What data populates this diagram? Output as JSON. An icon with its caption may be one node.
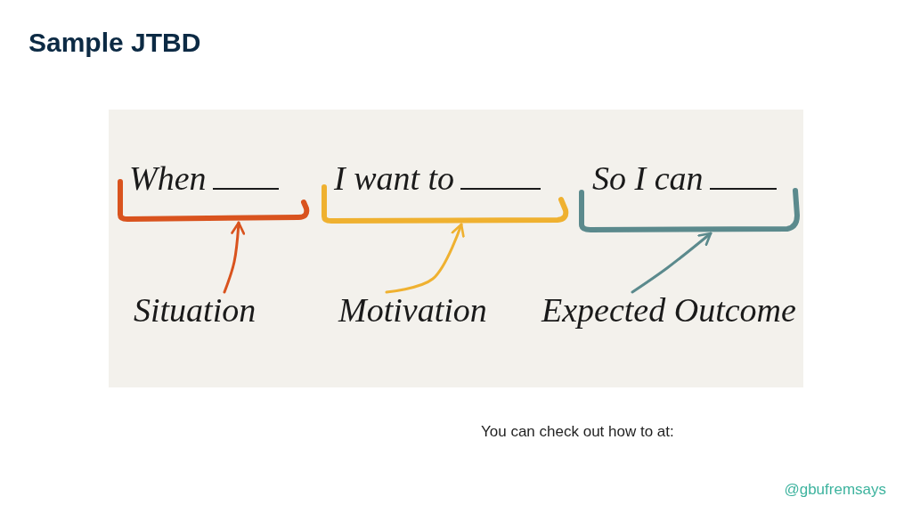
{
  "diagram": {
    "title": "Sample JTBD",
    "nodes": [
      {
        "text": [
          "When"
        ]
      },
      {
        "text": [
          "I want to"
        ]
      },
      {
        "text": [
          "So I can"
        ]
      },
      {
        "text": [
          "Situation"
        ]
      },
      {
        "text": [
          "Motivation"
        ]
      },
      {
        "text": [
          "Expected Outcome"
        ]
      }
    ],
    "edges": [
      {
        "from": 3,
        "to": 0,
        "arrow": "to",
        "color": "#d9531e"
      },
      {
        "from": 4,
        "to": 1,
        "arrow": "to",
        "color": "#efb130"
      },
      {
        "from": 5,
        "to": 2,
        "arrow": "to",
        "color": "#5b8a8d"
      }
    ],
    "labels": [
      "You can check out how to at:",
      "@gbufremsays"
    ]
  }
}
